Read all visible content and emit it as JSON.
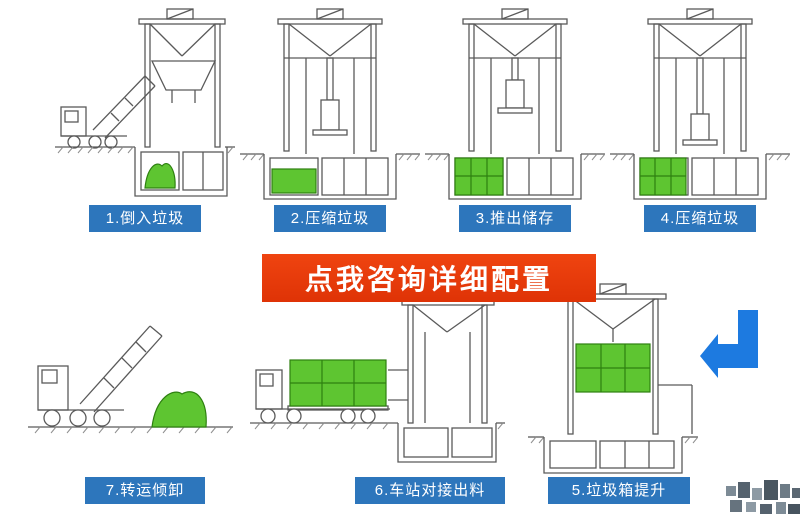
{
  "banner": {
    "label": "点我咨询详细配置",
    "bg_color": "#e8380d",
    "text_color": "#ffffff"
  },
  "steps": [
    {
      "id": "1",
      "label": "1.倒入垃圾"
    },
    {
      "id": "2",
      "label": "2.压缩垃圾"
    },
    {
      "id": "3",
      "label": "3.推出储存"
    },
    {
      "id": "4",
      "label": "4.压缩垃圾"
    },
    {
      "id": "5",
      "label": "5.垃圾箱提升"
    },
    {
      "id": "6",
      "label": "6.车站对接出料"
    },
    {
      "id": "7",
      "label": "7.转运倾卸"
    }
  ],
  "colors": {
    "label_bg": "#2d76bc",
    "label_text": "#ffffff",
    "garbage_green": "#5ec531",
    "arrow_blue": "#1d7ae0",
    "line_gray": "#5a5a5a"
  },
  "icons": {
    "arrow": "left-turn-arrow-icon",
    "watermark": "pixel-logo-watermark"
  }
}
